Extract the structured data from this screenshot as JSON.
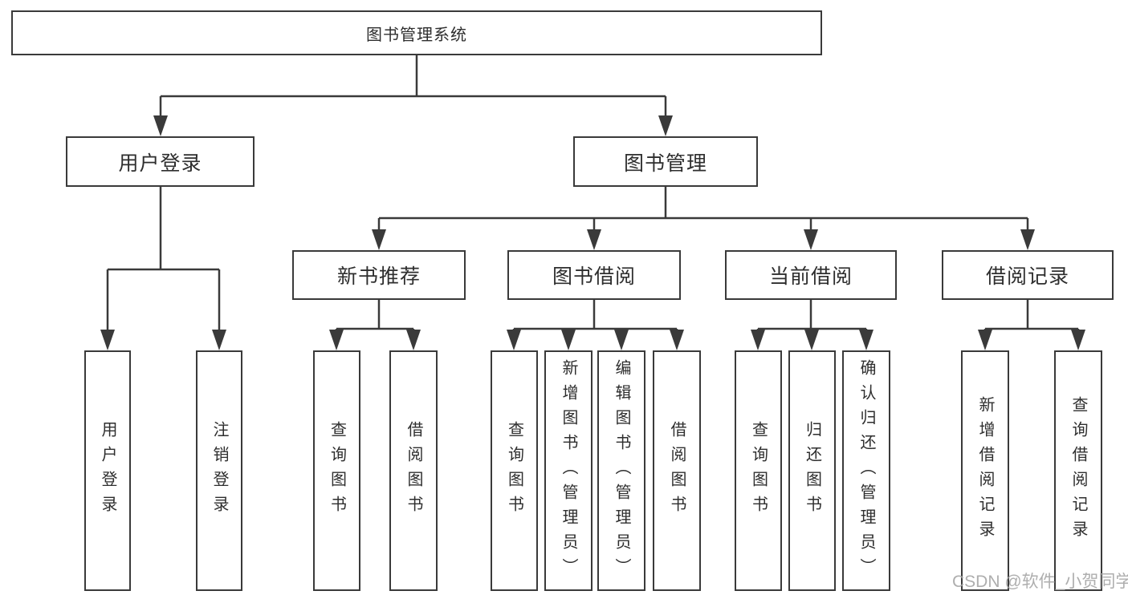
{
  "root": {
    "label": "图书管理系统"
  },
  "branches": [
    {
      "label": "用户登录",
      "children": [
        "用户登录",
        "注销登录"
      ]
    },
    {
      "label": "图书管理",
      "groups": [
        {
          "label": "新书推荐",
          "children": [
            "查询图书",
            "借阅图书"
          ]
        },
        {
          "label": "图书借阅",
          "children": [
            "查询图书",
            "新增图书（管理员）",
            "编辑图书（管理员）",
            "借阅图书"
          ]
        },
        {
          "label": "当前借阅",
          "children": [
            "查询图书",
            "归还图书",
            "确认归还（管理员）"
          ]
        },
        {
          "label": "借阅记录",
          "children": [
            "新增借阅记录",
            "查询借阅记录"
          ]
        }
      ]
    }
  ],
  "watermark": "CSDN @软件_小贺同学",
  "colors": {
    "line": "#3a3a3a",
    "box_border": "#3a3a3a",
    "text": "#2e2e2e",
    "watermark": "#a5a5a5",
    "background": "#ffffff"
  }
}
